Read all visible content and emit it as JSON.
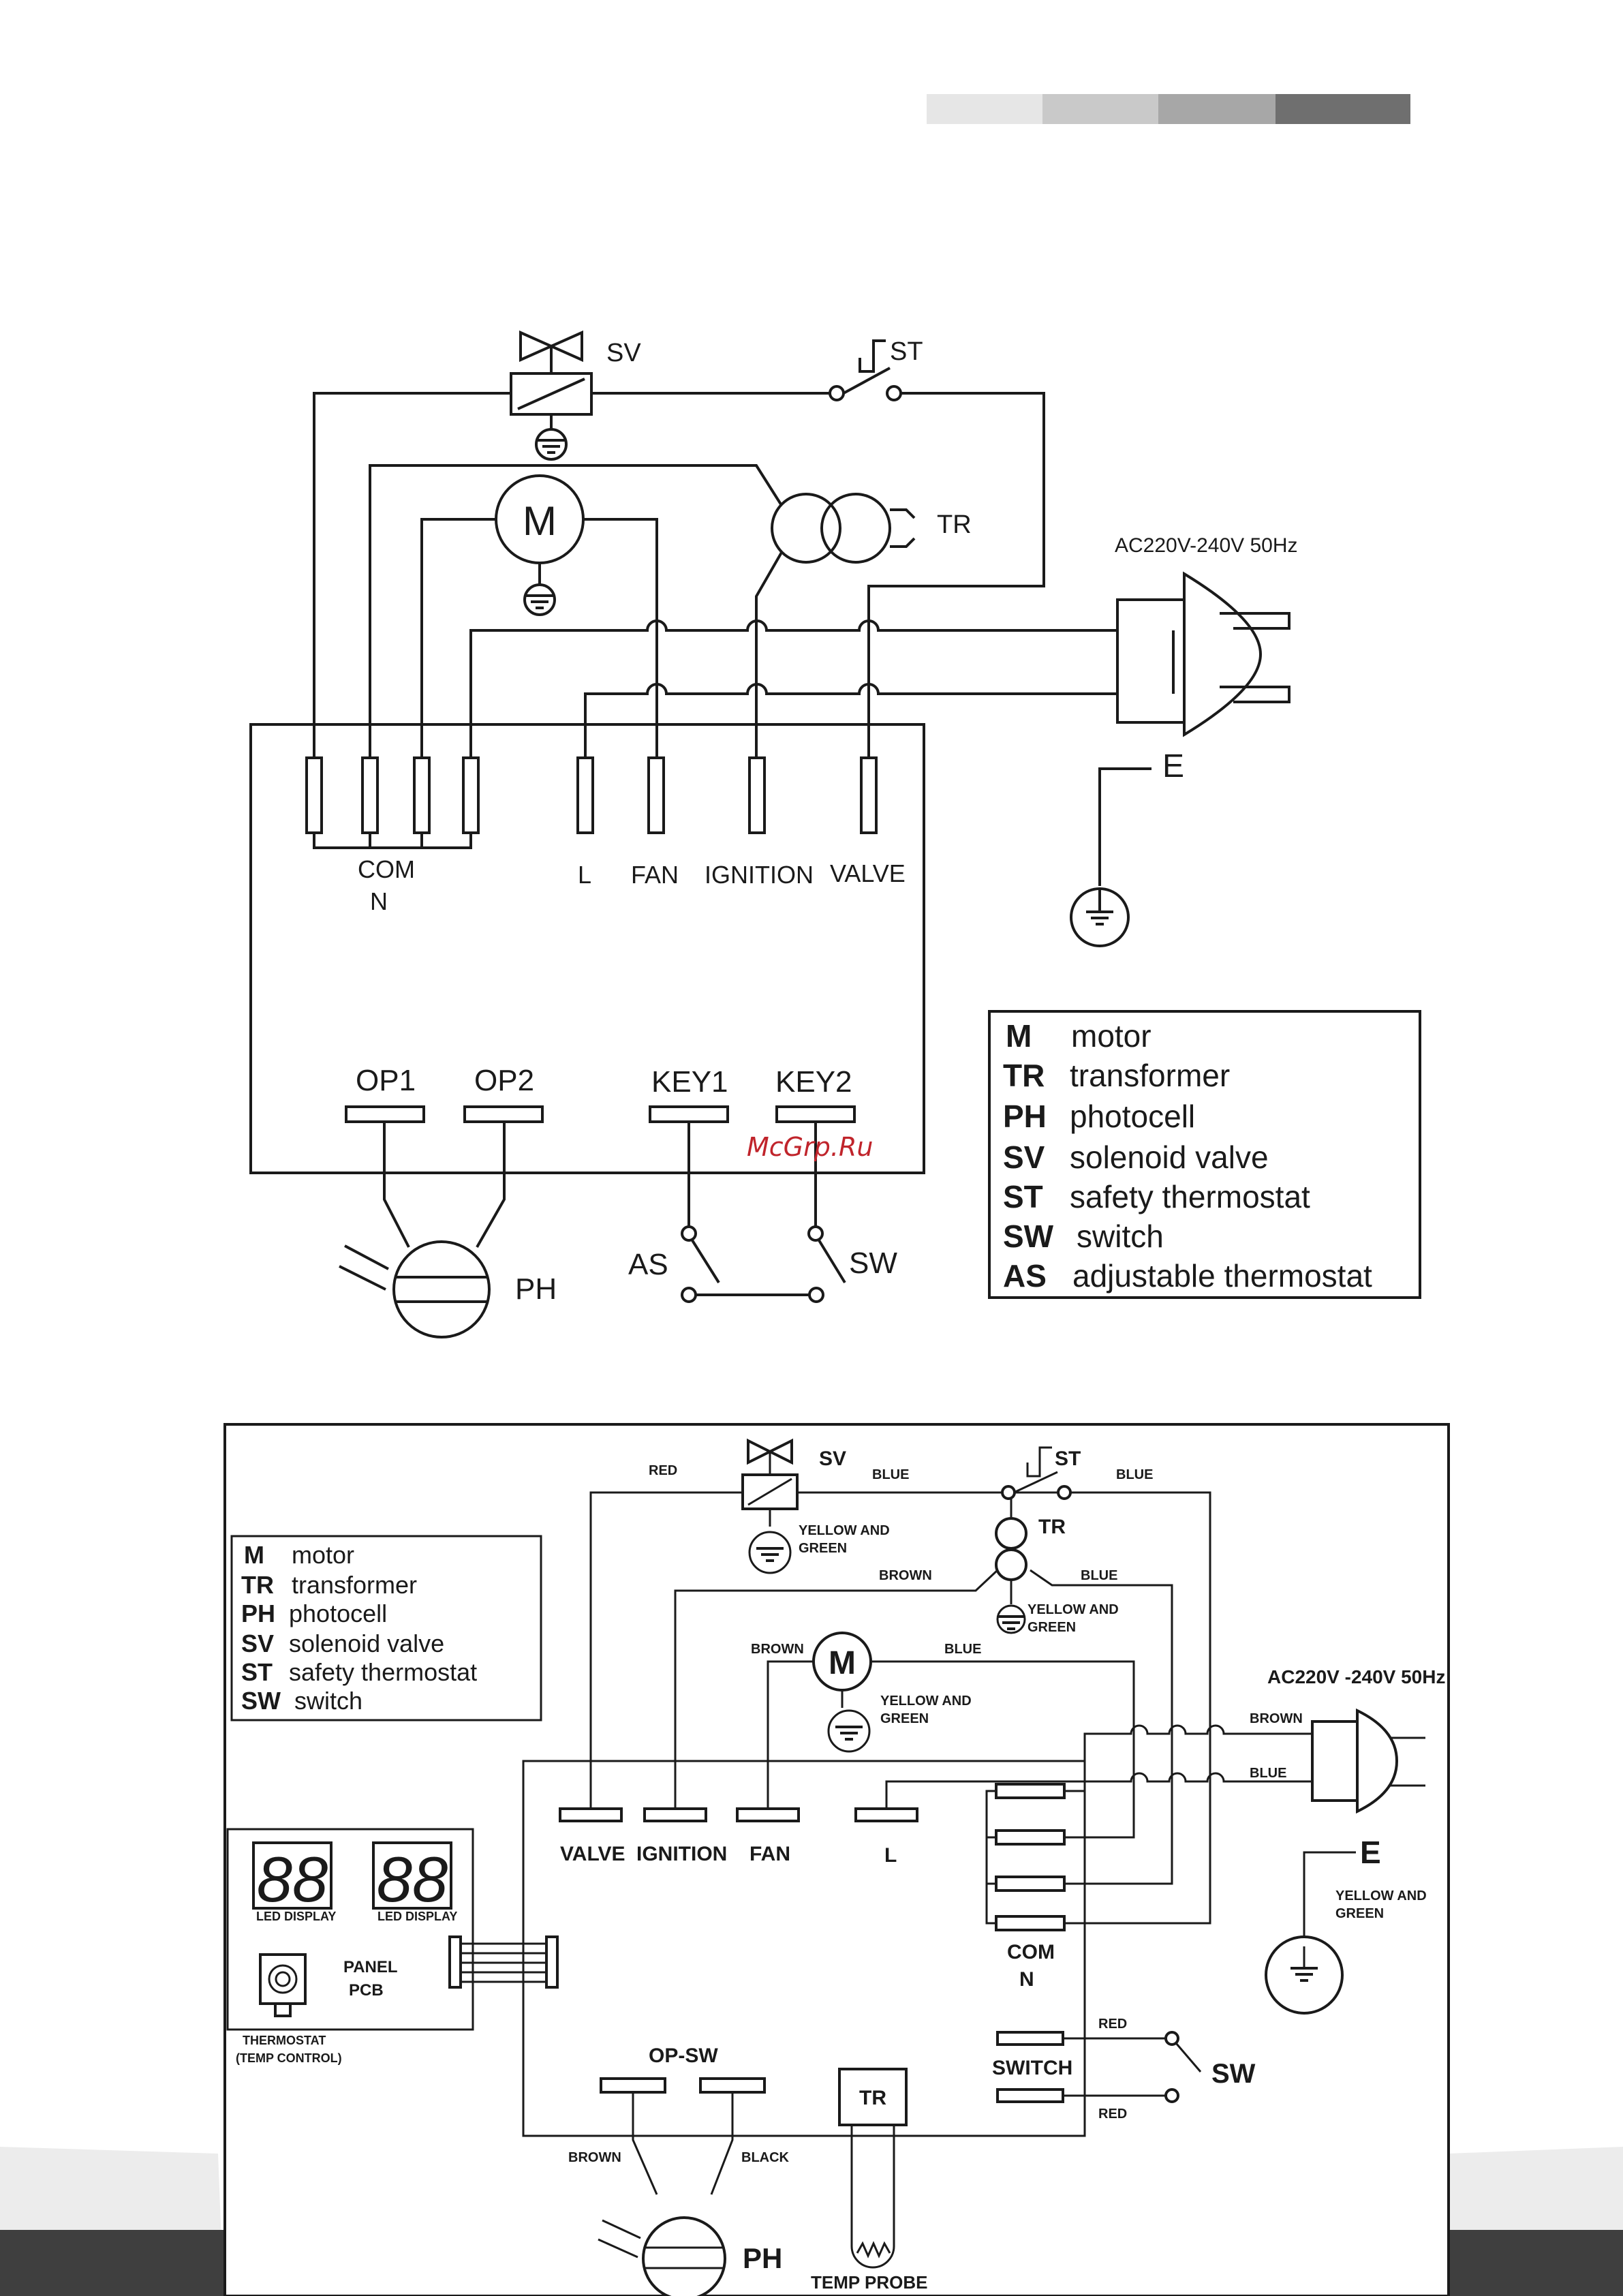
{
  "header_bar": {
    "colors": [
      "#e6e6e6",
      "#c9c9c9",
      "#a7a7a7",
      "#6f6f6f"
    ]
  },
  "watermark": "McGrp.Ru",
  "diagram1": {
    "labels": {
      "sv": "SV",
      "st": "ST",
      "tr": "TR",
      "motor": "M",
      "power": "AC220V-240V 50Hz",
      "earth": "E",
      "com": "COM",
      "n": "N",
      "l": "L",
      "fan": "FAN",
      "ignition": "IGNITION",
      "valve": "VALVE",
      "op1": "OP1",
      "op2": "OP2",
      "key1": "KEY1",
      "key2": "KEY2",
      "as": "AS",
      "sw": "SW",
      "ph": "PH"
    },
    "legend": [
      {
        "code": "M",
        "desc": "motor"
      },
      {
        "code": "TR",
        "desc": "transformer"
      },
      {
        "code": "PH",
        "desc": "photocell"
      },
      {
        "code": "SV",
        "desc": "solenoid valve"
      },
      {
        "code": "ST",
        "desc": "safety thermostat"
      },
      {
        "code": "SW",
        "desc": "switch"
      },
      {
        "code": "AS",
        "desc": "adjustable thermostat"
      }
    ]
  },
  "diagram2": {
    "labels": {
      "sv": "SV",
      "st": "ST",
      "tr": "TR",
      "motor": "M",
      "red": "RED",
      "blue": "BLUE",
      "brown": "BROWN",
      "black": "BLACK",
      "yellow_green_1": "YELLOW AND",
      "yellow_green_2": "GREEN",
      "power": "AC220V -240V  50Hz",
      "earth": "E",
      "valve": "VALVE",
      "ignition": "IGNITION",
      "fan": "FAN",
      "l": "L",
      "com": "COM",
      "n": "N",
      "switch": "SWITCH",
      "sw": "SW",
      "op_sw": "OP-SW",
      "tr_box": "TR",
      "ph": "PH",
      "temp_probe": "TEMP PROBE",
      "led_display": "LED DISPLAY",
      "led_digits": "88",
      "panel": "PANEL",
      "pcb": "PCB",
      "thermostat_1": "THERMOSTAT",
      "thermostat_2": "(TEMP CONTROL)"
    },
    "legend": [
      {
        "code": "M",
        "desc": "motor"
      },
      {
        "code": "TR",
        "desc": "transformer"
      },
      {
        "code": "PH",
        "desc": "photocell"
      },
      {
        "code": "SV",
        "desc": "solenoid valve"
      },
      {
        "code": "ST",
        "desc": "safety thermostat"
      },
      {
        "code": "SW",
        "desc": "switch"
      }
    ]
  }
}
